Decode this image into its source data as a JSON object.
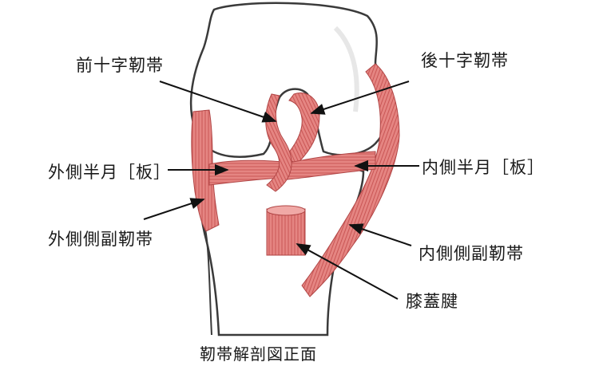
{
  "labels": {
    "anterior_cruciate": "前十字靭帯",
    "posterior_cruciate": "後十字靭帯",
    "lateral_meniscus": "外側半月［板］",
    "medial_meniscus": "内側半月［板］",
    "lateral_collateral": "外側側副靭帯",
    "medial_collateral": "内側側副靭帯",
    "patellar_tendon": "膝蓋腱"
  },
  "caption": "靭帯解剖図正面",
  "colors": {
    "ligament": "#e07a78",
    "ligament_stripe": "#c0504f",
    "bone_outline": "#3a3a3a",
    "bone_fill": "#ffffff",
    "arrow": "#111111"
  }
}
